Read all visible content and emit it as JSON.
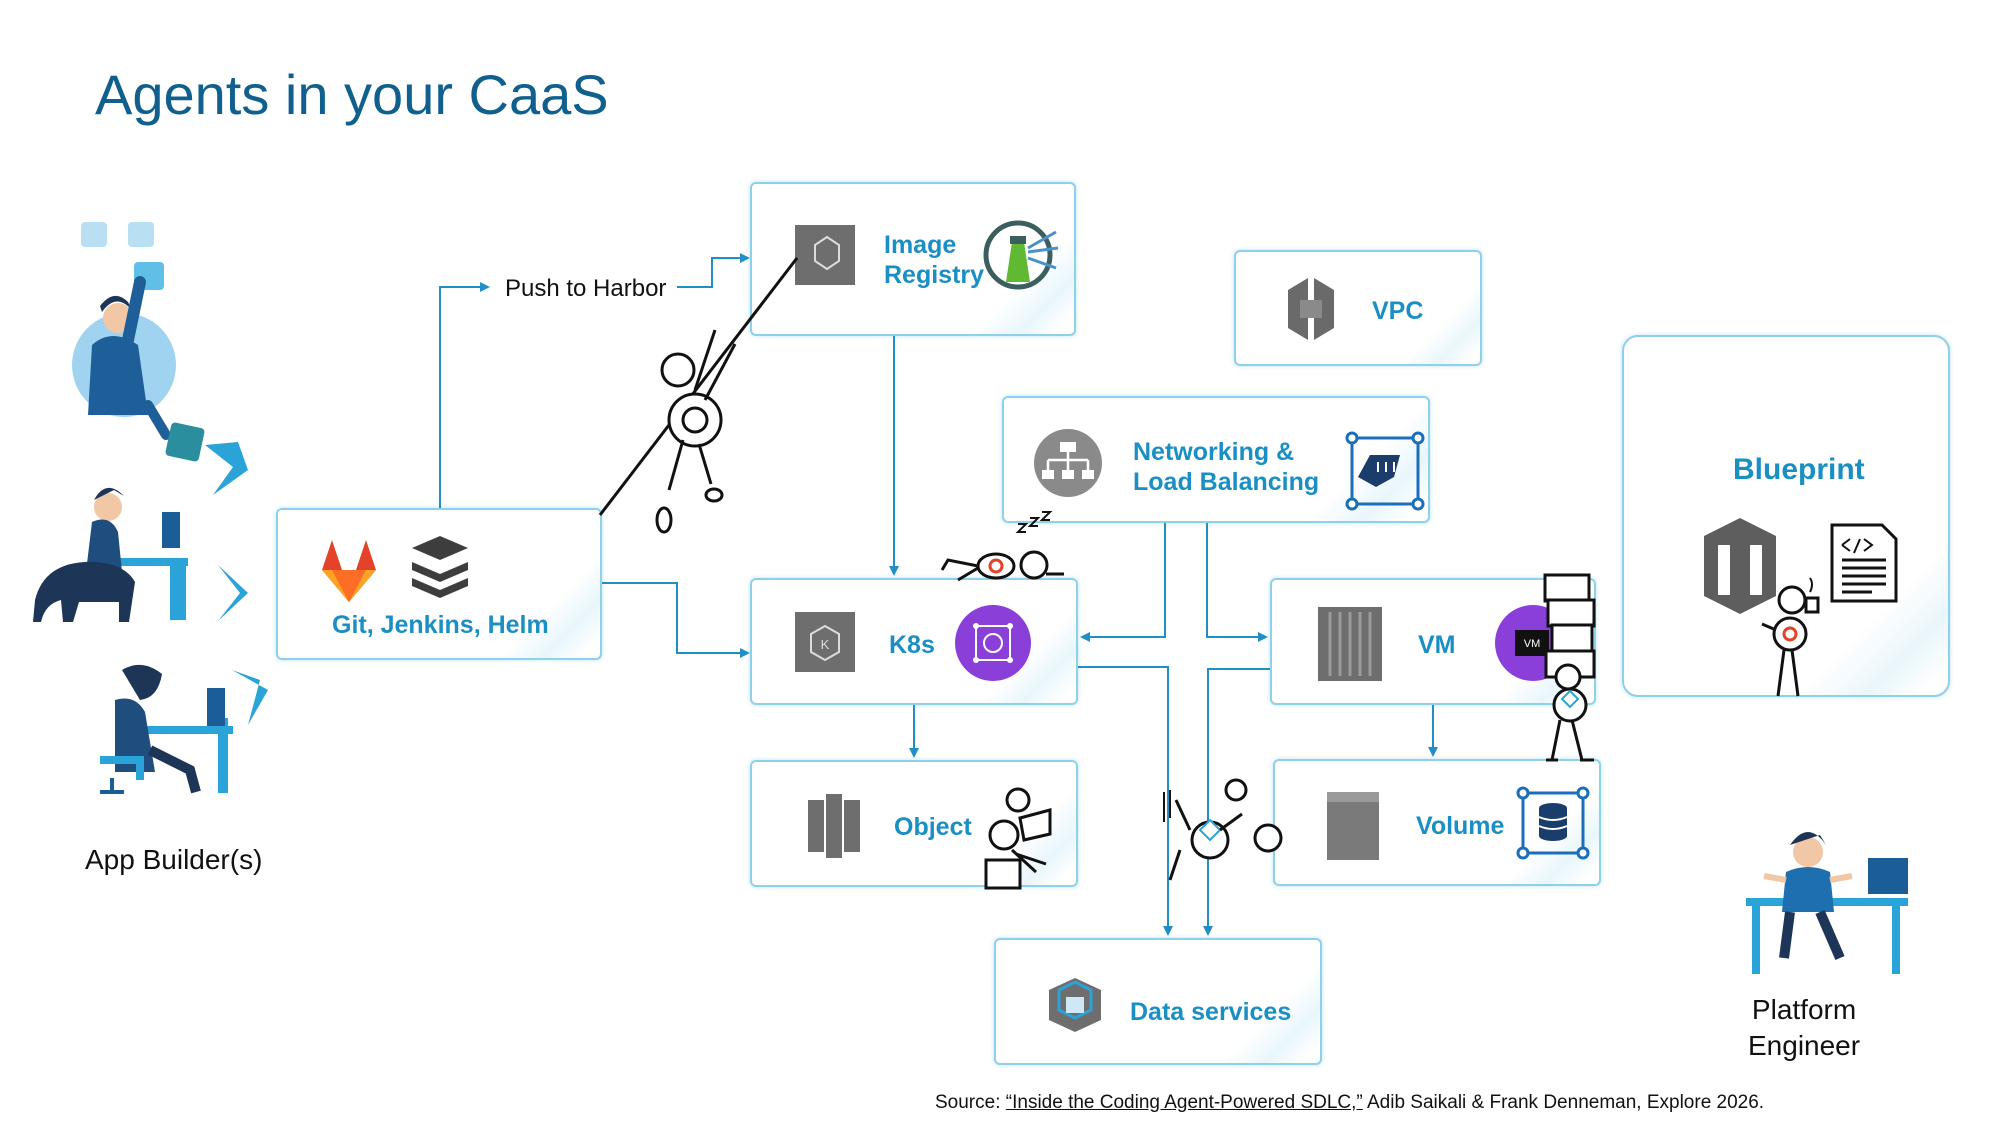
{
  "title": "Agents in your CaaS",
  "app_builders_label": "App Builder(s)",
  "platform_engineer_label": "Platform\nEngineer",
  "push_label": "Push to Harbor",
  "nodes": {
    "git": "Git, Jenkins, Helm",
    "registry": "Image\nRegistry",
    "vpc": "VPC",
    "networking": "Networking &\nLoad Balancing",
    "k8s": "K8s",
    "vm": "VM",
    "object": "Object",
    "volume": "Volume",
    "data": "Data services",
    "blueprint": "Blueprint"
  },
  "icons": {
    "vm_badge": "VM",
    "k8s_badge": "K"
  },
  "source": {
    "prefix": "Source: ",
    "link": "“Inside the Coding Agent-Powered SDLC,”",
    "suffix": " Adib Saikali & Frank Denneman, Explore 2026."
  },
  "colors": {
    "accent": "#1a8fc4",
    "title": "#0f5f8f",
    "border": "#8fd0ea",
    "purple": "#8b3fd9",
    "gitlab": "#e24329"
  }
}
